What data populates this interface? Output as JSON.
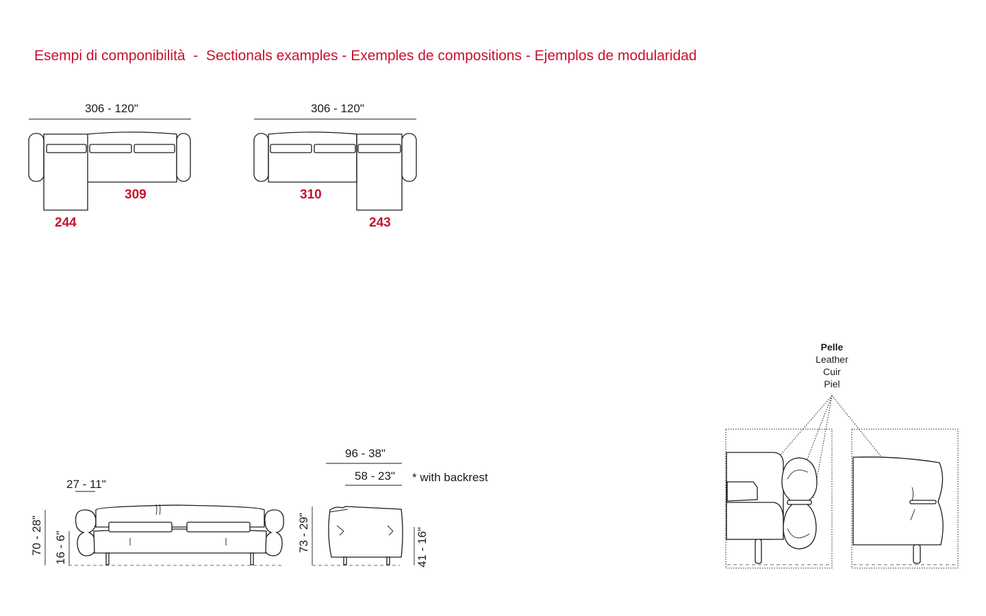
{
  "title": "Esempi di componibilità  -  Sectionals examples - Exemples de compositions - Ejemplos de modularidad",
  "composition_1": {
    "width": "306 - 120\"",
    "code_a": "309",
    "code_b": "244"
  },
  "composition_2": {
    "width": "306 - 120\"",
    "code_a": "310",
    "code_b": "243"
  },
  "front_view": {
    "arm_width": "27 - 11\"",
    "height": "70 - 28\"",
    "seat_height": "16 - 6\""
  },
  "side_view": {
    "depth_total": "96 - 38\"",
    "depth_seat": "58 - 23\"",
    "note": "* with backrest",
    "height": "73 - 29\"",
    "seat_height": "41 - 16\""
  },
  "material": {
    "it": "Pelle",
    "en": "Leather",
    "fr": "Cuir",
    "es": "Piel"
  },
  "colors": {
    "accent": "#c8102e",
    "line": "#1a1a1a"
  }
}
